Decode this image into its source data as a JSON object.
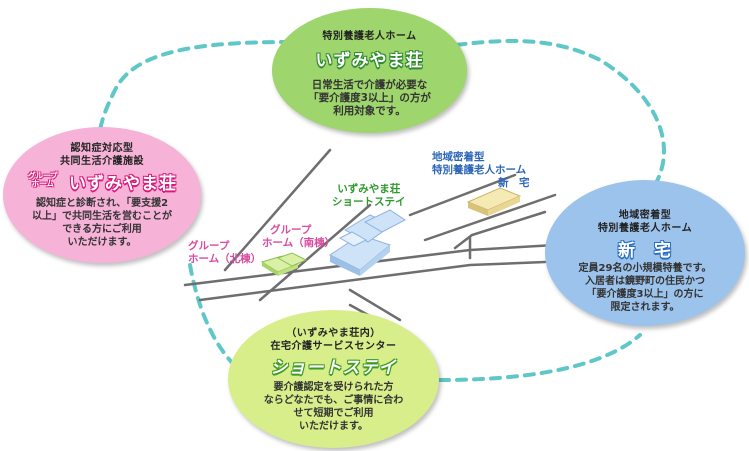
{
  "top_bubble": {
    "heading": "特別養護老人ホーム",
    "title": "いずみやま荘",
    "lines": [
      "日常生活で介護が必要な",
      "「要介護度3以上」の方が",
      "利用対象です。"
    ],
    "color": "#9ed56c"
  },
  "left_bubble": {
    "heading_line1": "認知症対応型",
    "heading_line2": "共同生活介護施設",
    "tag_line1": "グループ",
    "tag_line2": "ホーム",
    "title": "いずみやま荘",
    "lines": [
      "認知症と診断され、「要支援2",
      "以上」で共同生活を営むことが",
      "できる方にご利用",
      "いただけます。"
    ],
    "color": "#f6b2d7"
  },
  "right_bubble": {
    "heading_line1": "地域密着型",
    "heading_line2": "特別養護老人ホーム",
    "title": "新　宅",
    "lines": [
      "定員29名の小規模特養です。",
      "入居者は鏡野町の住民かつ",
      "「要介護度3以上」の方に",
      "限定されます。"
    ],
    "color": "#9cc3ec"
  },
  "bottom_bubble": {
    "heading_line1": "（いずみやま荘内）",
    "heading_line2": "在宅介護サービスセンター",
    "title": "ショートステイ",
    "lines": [
      "要介護認定を受けられた方",
      "ならどなたでも、ご事情に合わ",
      "せて短期でご利用",
      "いただけます。"
    ],
    "color": "#d7ee8a"
  },
  "map": {
    "label_shinsaku_line1": "地域密着型",
    "label_shinsaku_line2": "特別養護老人ホーム",
    "label_shinsaku_line3": "新　宅",
    "label_short_line1": "いずみやま荘",
    "label_short_line2": "ショートステイ",
    "label_gh_south_line1": "グループ",
    "label_gh_south_line2": "ホーム（南棟）",
    "label_gh_north_line1": "グループ",
    "label_gh_north_line2": "ホーム（北棟）"
  },
  "connector_color": "#5fc7c7"
}
